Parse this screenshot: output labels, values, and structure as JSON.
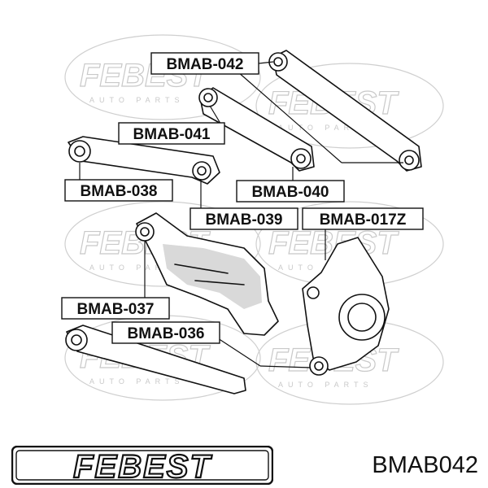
{
  "brand": {
    "logo_text": "FEBEST",
    "watermark_sub": "AUTO PARTS"
  },
  "part_number": "BMAB042",
  "callouts": [
    {
      "id": "bmab-042",
      "label": "BMAB-042"
    },
    {
      "id": "bmab-041",
      "label": "BMAB-041"
    },
    {
      "id": "bmab-038",
      "label": "BMAB-038"
    },
    {
      "id": "bmab-040",
      "label": "BMAB-040"
    },
    {
      "id": "bmab-039",
      "label": "BMAB-039"
    },
    {
      "id": "bmab-017z",
      "label": "BMAB-017Z"
    },
    {
      "id": "bmab-037",
      "label": "BMAB-037"
    },
    {
      "id": "bmab-036",
      "label": "BMAB-036"
    }
  ]
}
